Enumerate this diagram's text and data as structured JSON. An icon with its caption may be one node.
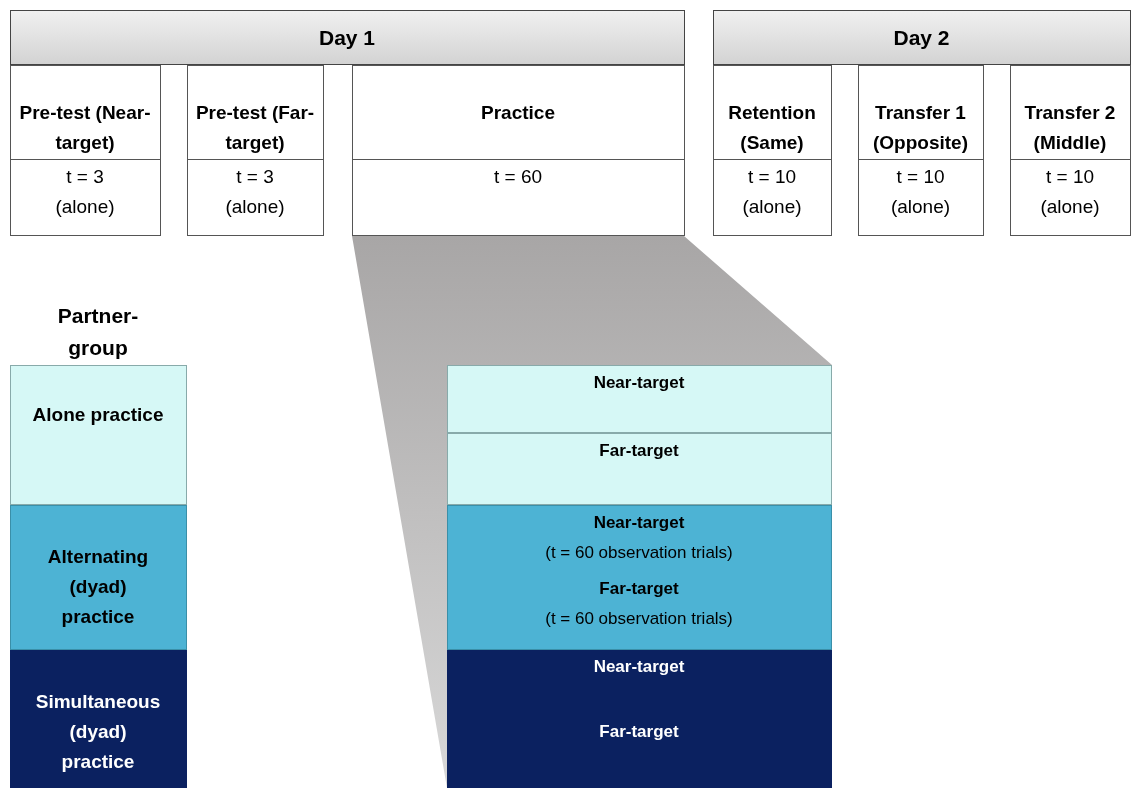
{
  "diagram": {
    "nodes": [
      {
        "text": [
          "Day 1"
        ]
      },
      {
        "text": [
          "Pre-test (Near-target)",
          "t = 3 (alone)"
        ]
      },
      {
        "text": [
          "Pre-test (Far-target)",
          "t = 3 (alone)"
        ]
      },
      {
        "text": [
          "Practice",
          "t = 60"
        ]
      },
      {
        "text": [
          "Day 2"
        ]
      },
      {
        "text": [
          "Retention (Same)",
          "t = 10 (alone)"
        ]
      },
      {
        "text": [
          "Transfer 1 (Opposite)",
          "t = 10 (alone)"
        ]
      },
      {
        "text": [
          "Transfer 2 (Middle)",
          "t = 10 (alone)"
        ]
      },
      {
        "text": [
          "Alone practice"
        ]
      },
      {
        "text": [
          "Alternating (dyad) practice"
        ]
      },
      {
        "text": [
          "Simultaneous (dyad) practice"
        ]
      },
      {
        "text": [
          "Near-target"
        ]
      },
      {
        "text": [
          "Far-target"
        ]
      },
      {
        "text": [
          "Near-target",
          "(t = 60 observation trials)",
          "Far-target",
          "(t = 60 observation trials)"
        ]
      },
      {
        "text": [
          "Near-target",
          "Far-target"
        ]
      }
    ],
    "labels": [
      "Partner-group"
    ]
  }
}
